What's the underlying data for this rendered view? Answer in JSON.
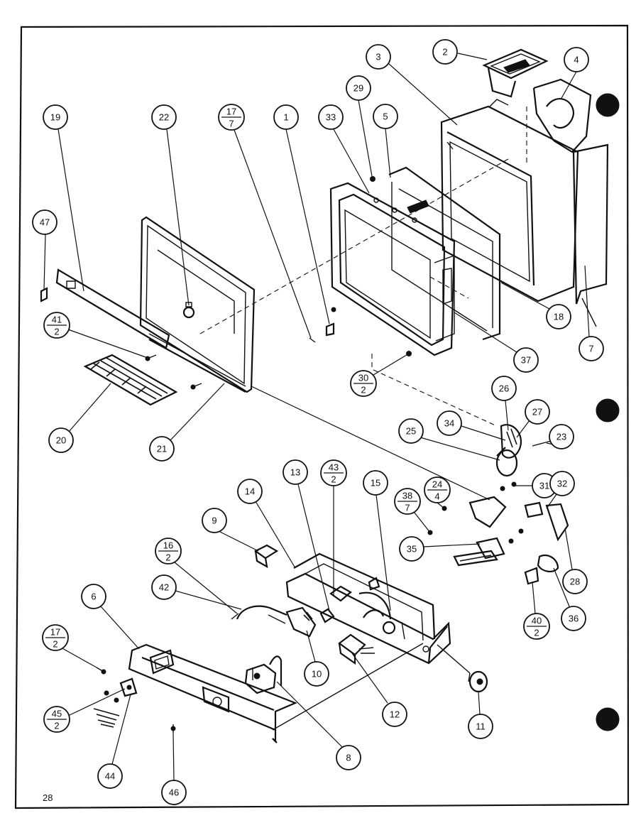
{
  "page_number": "28",
  "callouts": [
    {
      "id": "c2",
      "label": "2"
    },
    {
      "id": "c3",
      "label": "3"
    },
    {
      "id": "c4",
      "label": "4"
    },
    {
      "id": "c29",
      "label": "29"
    },
    {
      "id": "c5",
      "label": "5"
    },
    {
      "id": "c33",
      "label": "33"
    },
    {
      "id": "c1",
      "label": "1"
    },
    {
      "id": "c17-7",
      "label": "17",
      "sub": "7"
    },
    {
      "id": "c22",
      "label": "22"
    },
    {
      "id": "c19",
      "label": "19"
    },
    {
      "id": "c47",
      "label": "47"
    },
    {
      "id": "c41-2",
      "label": "41",
      "sub": "2"
    },
    {
      "id": "c20",
      "label": "20"
    },
    {
      "id": "c21",
      "label": "21"
    },
    {
      "id": "c30-2",
      "label": "30",
      "sub": "2"
    },
    {
      "id": "c18",
      "label": "18"
    },
    {
      "id": "c37",
      "label": "37"
    },
    {
      "id": "c7",
      "label": "7"
    },
    {
      "id": "c26",
      "label": "26"
    },
    {
      "id": "c27",
      "label": "27"
    },
    {
      "id": "c34",
      "label": "34"
    },
    {
      "id": "c23",
      "label": "23"
    },
    {
      "id": "c25",
      "label": "25"
    },
    {
      "id": "c31",
      "label": "31"
    },
    {
      "id": "c32",
      "label": "32"
    },
    {
      "id": "c24-4",
      "label": "24",
      "sub": "4"
    },
    {
      "id": "c38-7",
      "label": "38",
      "sub": "7"
    },
    {
      "id": "c35",
      "label": "35"
    },
    {
      "id": "c28",
      "label": "28"
    },
    {
      "id": "c36",
      "label": "36"
    },
    {
      "id": "c40-2",
      "label": "40",
      "sub": "2"
    },
    {
      "id": "c13",
      "label": "13"
    },
    {
      "id": "c43-2",
      "label": "43",
      "sub": "2"
    },
    {
      "id": "c15",
      "label": "15"
    },
    {
      "id": "c14",
      "label": "14"
    },
    {
      "id": "c9",
      "label": "9"
    },
    {
      "id": "c16-2",
      "label": "16",
      "sub": "2"
    },
    {
      "id": "c42",
      "label": "42"
    },
    {
      "id": "c6",
      "label": "6"
    },
    {
      "id": "c17-2",
      "label": "17",
      "sub": "2"
    },
    {
      "id": "c10",
      "label": "10"
    },
    {
      "id": "c12",
      "label": "12"
    },
    {
      "id": "c11",
      "label": "11"
    },
    {
      "id": "c45-2",
      "label": "45",
      "sub": "2"
    },
    {
      "id": "c44",
      "label": "44"
    },
    {
      "id": "c46",
      "label": "46"
    },
    {
      "id": "c8",
      "label": "8"
    }
  ]
}
